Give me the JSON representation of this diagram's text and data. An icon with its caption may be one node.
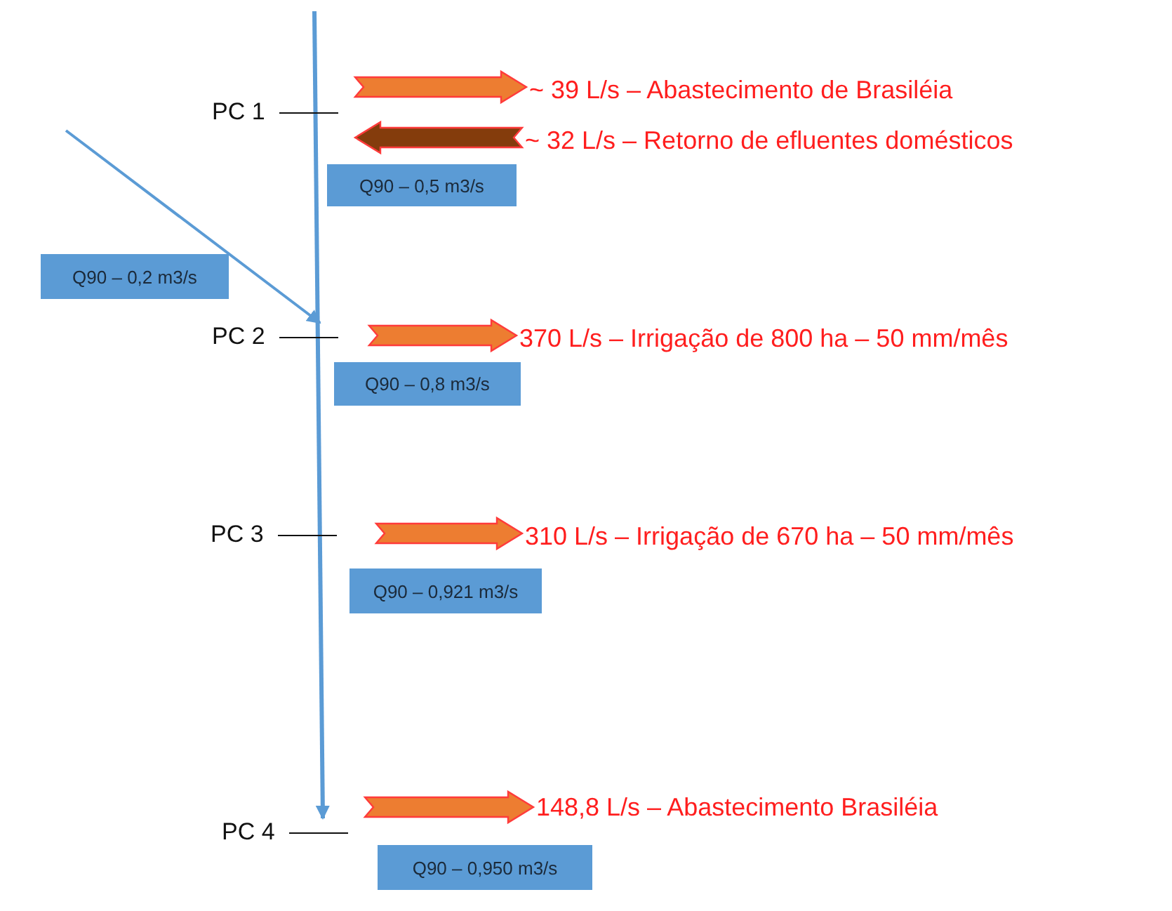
{
  "diagram": {
    "nodes": [
      {
        "text": [
          "PC 1"
        ]
      },
      {
        "text": [
          "~ 39 L/s – Abastecimento de Brasiléia"
        ]
      },
      {
        "text": [
          "~ 32 L/s – Retorno de efluentes domésticos"
        ]
      },
      {
        "text": [
          "Q90 – 0,5 m3/s"
        ]
      },
      {
        "text": [
          "Q90 – 0,2 m3/s"
        ]
      },
      {
        "text": [
          "PC 2"
        ]
      },
      {
        "text": [
          "370 L/s – Irrigação de 800 ha – 50 mm/mês"
        ]
      },
      {
        "text": [
          "Q90 – 0,8 m3/s"
        ]
      },
      {
        "text": [
          "PC 3"
        ]
      },
      {
        "text": [
          "310 L/s – Irrigação de 670 ha – 50 mm/mês"
        ]
      },
      {
        "text": [
          "Q90 – 0,921 m3/s"
        ]
      },
      {
        "text": [
          "PC 4"
        ]
      },
      {
        "text": [
          "148,8 L/s – Abastecimento Brasiléia"
        ]
      },
      {
        "text": [
          "Q90 – 0,950 m3/s"
        ]
      }
    ],
    "edges": [
      {
        "from": null,
        "to": 11,
        "arrow": "to",
        "color": "#5b9bd5"
      },
      {
        "from": null,
        "to": 5,
        "arrow": "to",
        "color": "#5b9bd5"
      },
      {
        "from": null,
        "to": 1,
        "arrow": "to",
        "style": "thick"
      },
      {
        "from": 2,
        "to": null,
        "arrow": "to",
        "style": "thick",
        "color": "#843c0c"
      },
      {
        "from": null,
        "to": 6,
        "arrow": "to",
        "style": "thick"
      },
      {
        "from": null,
        "to": 9,
        "arrow": "to",
        "style": "thick"
      },
      {
        "from": null,
        "to": 12,
        "arrow": "to",
        "style": "thick"
      }
    ]
  }
}
